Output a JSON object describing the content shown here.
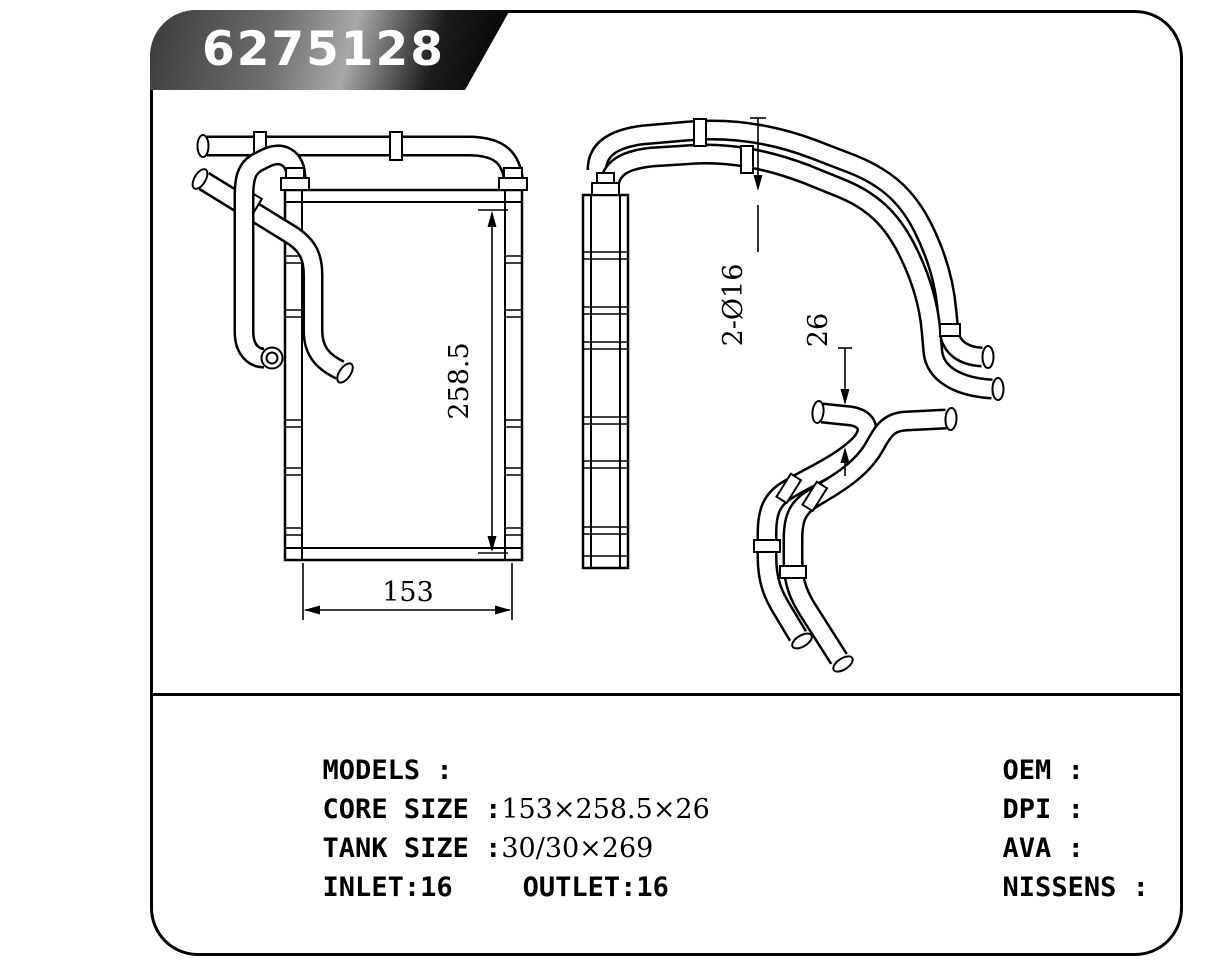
{
  "title": {
    "part_number": "6275128"
  },
  "drawing": {
    "dims": {
      "core_height": "258.5",
      "core_width": "153",
      "pipe_diameter": "2-Ø16",
      "pipe_spacing": "26"
    }
  },
  "specs": {
    "rows_left": [
      {
        "label": "MODELS :",
        "value": ""
      },
      {
        "label": "CORE SIZE :",
        "value": "153×258.5×26"
      },
      {
        "label": "TANK SIZE :",
        "value": "30/30×269"
      },
      {
        "label": "INLET:16",
        "value": "OUTLET:16"
      }
    ],
    "rows_right": [
      {
        "label": "OEM :"
      },
      {
        "label": "DPI :"
      },
      {
        "label": "AVA :"
      },
      {
        "label": "NISSENS :"
      }
    ]
  },
  "colors": {
    "line": "#000000",
    "title_text": "#ffffff",
    "title_bg_dark": "#000000",
    "title_bg_light": "#a8a8a8"
  }
}
